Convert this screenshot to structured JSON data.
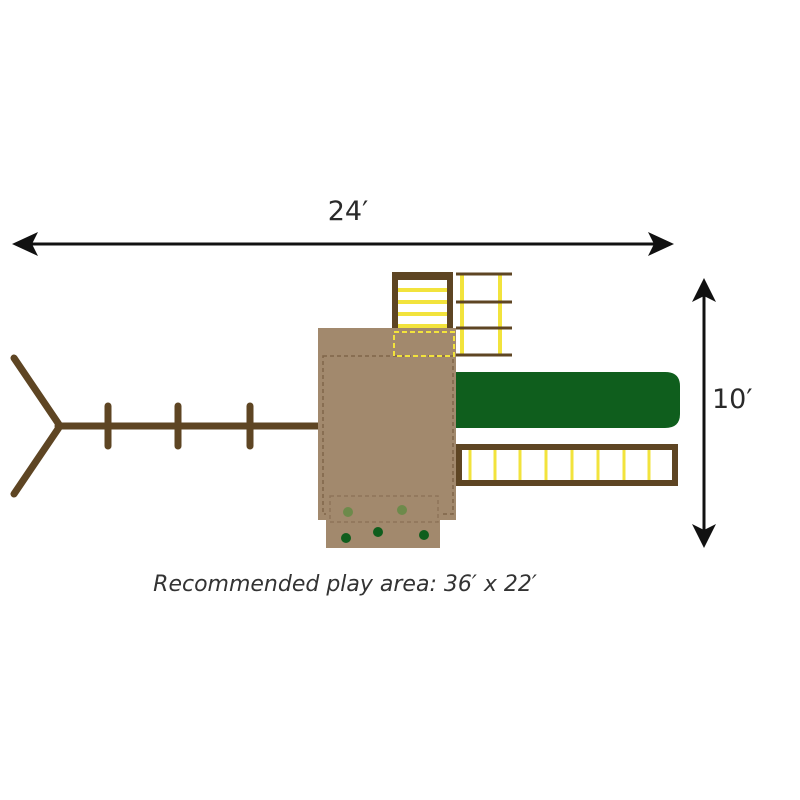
{
  "dimensions": {
    "width_label": "24′",
    "depth_label": "10′"
  },
  "caption": "Recommended play area: 36′ x 22′",
  "colors": {
    "wood_dark": "#5e4523",
    "deck_tan": "#a2896d",
    "deck_tan_dark": "#8e7459",
    "slide_green": "#0f5e1d",
    "ladder_yellow": "#f2e33c",
    "arrow": "#111111",
    "text": "#333333"
  },
  "icons": {
    "width_arrow": "double-arrow-horizontal-icon",
    "depth_arrow": "double-arrow-vertical-icon"
  }
}
